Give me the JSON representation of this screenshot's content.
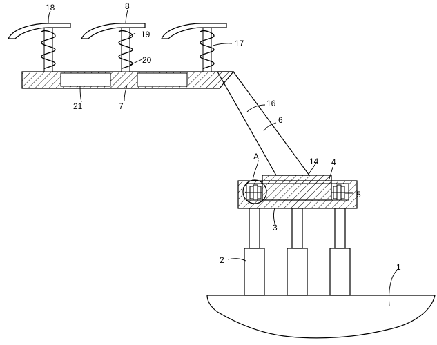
{
  "labels": {
    "n1": "1",
    "n2": "2",
    "n3": "3",
    "n4": "4",
    "n5": "5",
    "n6": "6",
    "n7": "7",
    "n8": "8",
    "n14": "14",
    "n16": "16",
    "n17": "17",
    "n18": "18",
    "n19": "19",
    "n20": "20",
    "n21": "21",
    "nA": "A"
  }
}
